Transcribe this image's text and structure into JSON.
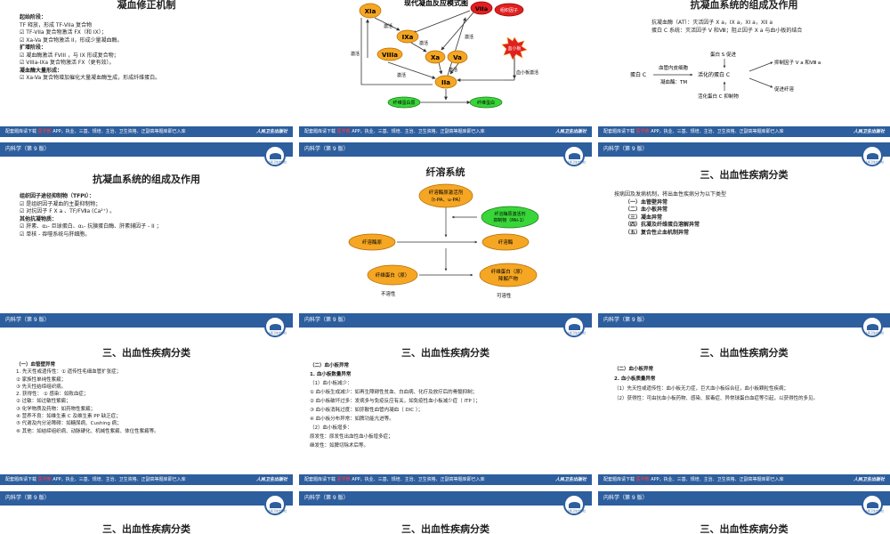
{
  "header_label": "内科学（第 9 版）",
  "footer": {
    "pre": "配套题库请下载",
    "red": "医学教",
    "post": "APP，执业、三基、规培、主治、卫生资格、正副高等题库即已入库",
    "brand": "人民卫生出版社"
  },
  "logo_text": "人民卫生出版社",
  "s0": {
    "title": "凝血修正机制",
    "lines": [
      {
        "t": "起始阶段：",
        "b": true
      },
      {
        "t": "TF 释放，形成 TF-VIIa 复合物"
      },
      {
        "t": "☑ TF-VIIa 复合物激活 FX（和 IX）；"
      },
      {
        "t": "☑ Xa-Va 复合物激活 II，形成少量凝血酶。"
      },
      {
        "t": "扩增阶段：",
        "b": true
      },
      {
        "t": "☑ 凝血酶激活 FVIII ，与 IX 形成复合物；"
      },
      {
        "t": "☑ VIIIa-IXa 复合物激活 FX（更有效）。"
      },
      {
        "t": "凝血酶大量形成：",
        "b": true
      },
      {
        "t": "☑ Xa-Va 复合物增加催化大量凝血酶生成，形成纤维蛋白。"
      }
    ]
  },
  "s1": {
    "title": "现代凝血反应模式图",
    "nodes": {
      "xia": "XIa",
      "viia": "VIIa",
      "tf": "组织因子",
      "ixa": "IXa",
      "xa": "Xa",
      "va": "Va",
      "viiia": "VIIIa",
      "iia": "IIa",
      "fib": "纤维蛋白原",
      "fibrin": "纤维蛋白",
      "plt": "血小板"
    },
    "labels": {
      "act1": "激活",
      "act2": "激活",
      "act3": "激活",
      "act4": "激活",
      "act5": "激活",
      "act6": "激活",
      "pltact": "血小板激活"
    }
  },
  "s2": {
    "title": "抗凝血系统的组成及作用",
    "l1": "抗凝血酶（AT）：灭活因子 X a，IX a，XI a，XII a",
    "l2": "蛋白 C 系统：灭活因子 V 和Ⅷ；阻止因子 X a 与血小板的结合",
    "d": {
      "pc": "蛋白 C",
      "endo": "血管内皮细胞",
      "thr": "凝血酶：TM",
      "s": "蛋白 S 促进",
      "apc": "活化的蛋白 C",
      "inhib": "抑制因子 V a 和Ⅷ a",
      "fib": "促进纤溶",
      "pci": "活化蛋白 C 抑制物"
    }
  },
  "s3": {
    "title": "抗凝血系统的组成及作用",
    "lines": [
      {
        "t": "组织因子途径抑制物（TFPI）：",
        "b": true
      },
      {
        "t": "☑ 是组织因子凝血的主要抑制物；"
      },
      {
        "t": "☑ 对抗因子 F X a 、TF/FⅦa (Ca²⁺) 。"
      },
      {
        "t": "其他抗凝物质：",
        "b": true
      },
      {
        "t": "☑ 肝素、α₂- 巨球蛋白、α₁- 抗胰蛋白酶、肝素辅因子 - II ；"
      },
      {
        "t": "☑ 单核 - 吞噬系统与肝细胞。"
      }
    ]
  },
  "s4": {
    "title": "纤溶系统",
    "n1": "纤溶酶原激活剂",
    "n1b": "（t-PA、u-PA）",
    "n2": "纤溶酶原激活剂",
    "n2b": "抑制物（PAI-1）",
    "n3": "纤溶酶原",
    "n4": "纤溶酶",
    "n5": "纤维蛋白（原）",
    "n6": "纤维蛋白（原）",
    "n6b": "降解产物",
    "l1": "不溶性",
    "l2": "可溶性"
  },
  "s5": {
    "title": "三、出血性疾病分类",
    "intro": "按病因及发病机制，将出血性疾病分为以下类型",
    "items": [
      "（一）血管壁异常",
      "（二）血小板异常",
      "（三）凝血异常",
      "（四）抗凝及纤维蛋白溶解异常",
      "（五）复合性止血机制异常"
    ]
  },
  "s6": {
    "title": "三、出血性疾病分类",
    "lines": [
      {
        "t": "（一）血管壁异常",
        "b": true
      },
      {
        "t": "1. 先天性或遗传性：① 遗传性毛细血管扩张症；"
      },
      {
        "t": "                            ② 家族性单纯性紫癜；"
      },
      {
        "t": "                            ③ 先天性结缔组织病。"
      },
      {
        "t": "2. 获得性：     ① 感染：如败血症；"
      },
      {
        "t": "                      ② 过敏：如过敏性紫癜；"
      },
      {
        "t": "                      ③ 化学物质及药物：如药物性紫癜；"
      },
      {
        "t": "                      ④ 营养不良：如维生素 C 及维生素 PP 缺乏症；"
      },
      {
        "t": "                      ⑤ 代谢及内分泌障碍：如糖尿病、Cushing 病；"
      },
      {
        "t": "                      ⑥ 其他：如结缔组织病、动脉硬化、机械性紫癜、体位性紫癜等。"
      }
    ]
  },
  "s7": {
    "title": "三、出血性疾病分类",
    "lines": [
      {
        "t": "（二）血小板异常",
        "b": true
      },
      {
        "t": "1.  血小板数量异常",
        "b": true
      },
      {
        "t": "（1）血小板减少："
      },
      {
        "t": "  ① 血小板生成减少：如再生障碍性贫血、白血病、化疗及放疗后的骨髓抑制；"
      },
      {
        "t": "  ② 血小板破坏过多：发病多与免疫反应有关，如免疫性血小板减少症（ ITP ）；"
      },
      {
        "t": "  ③ 血小板消耗过度：如弥散性血管内凝血（ DIC ）；"
      },
      {
        "t": "  ④ 血小板分布异常：如脾功能亢进等。"
      },
      {
        "t": "  （2）血小板增多："
      },
      {
        "t": "  原发性：原发性出血性血小板增多症；"
      },
      {
        "t": "  继发性：如脾切除术后等。"
      }
    ]
  },
  "s8": {
    "title": "三、出血性疾病分类",
    "lines": [
      {
        "t": "（二）血小板异常",
        "b": true
      },
      {
        "t": "2.  血小板质量异常",
        "b": true
      },
      {
        "t": "（1）先天性或遗传性：血小板无力症，巨大血小板综合征，血小板颗粒性疾病；"
      },
      {
        "t": "（2）获得性：可由抗血小板药物、感染、尿毒症、异常球蛋白血症等引起，以获得性的多见。"
      }
    ]
  },
  "s9": {
    "title": "三、出血性疾病分类"
  },
  "s10": {
    "title": "三、出血性疾病分类"
  },
  "s11": {
    "title": "三、出血性疾病分类"
  }
}
